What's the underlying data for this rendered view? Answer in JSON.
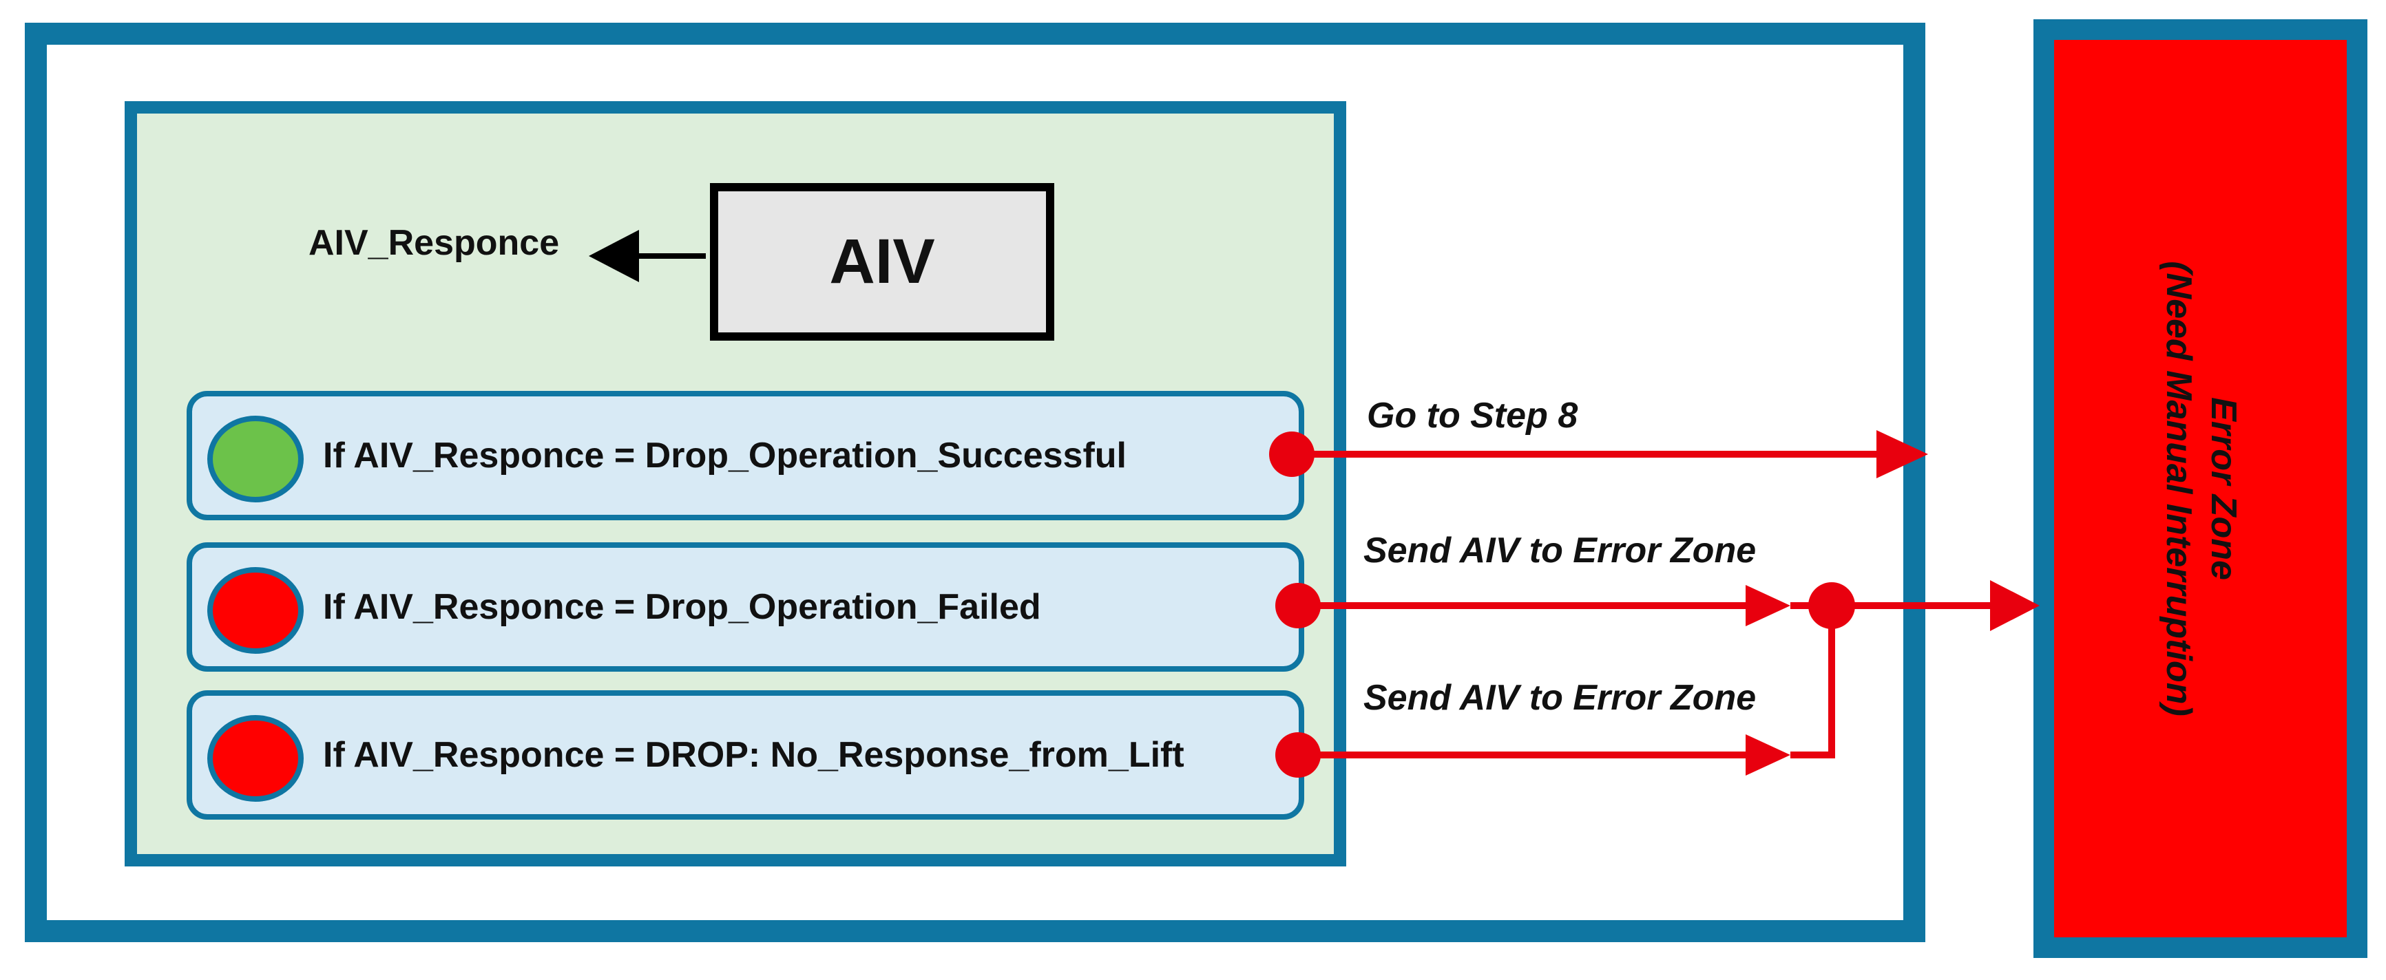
{
  "aiv_box": {
    "label": "AIV"
  },
  "response_label": "AIV_Responce",
  "conditions": [
    {
      "text": "If AIV_Responce = Drop_Operation_Successful",
      "status_color": "#6cc24a",
      "arrow_label": "Go to Step 8"
    },
    {
      "text": "If AIV_Responce = Drop_Operation_Failed",
      "status_color": "#ff0000",
      "arrow_label": "Send AIV to Error Zone"
    },
    {
      "text": "If AIV_Responce = DROP: No_Response_from_Lift",
      "status_color": "#ff0000",
      "arrow_label": "Send AIV to Error Zone"
    }
  ],
  "error_zone": {
    "title": "Error Zone",
    "subtitle": "(Need Manual Interruption)"
  },
  "colors": {
    "frame_blue": "#0f76a2",
    "panel_green": "#ddeedb",
    "row_blue": "#d8eaf5",
    "arrow_red": "#e8000e",
    "zone_red": "#ff0000"
  }
}
